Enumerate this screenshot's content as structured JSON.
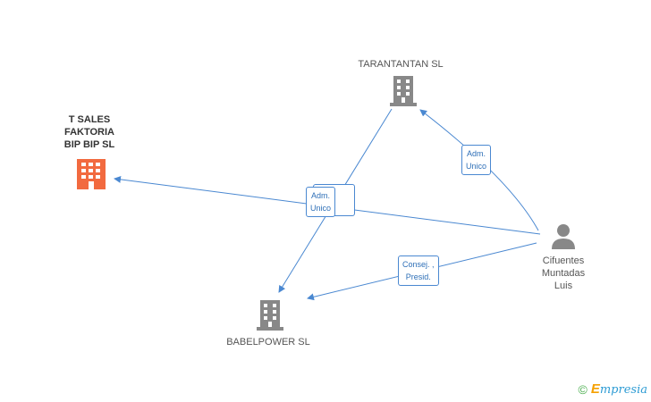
{
  "nodes": {
    "t_sales": {
      "label_lines": [
        "T SALES",
        "FAKTORIA",
        "BIP BIP SL"
      ],
      "color": "#f26a3f"
    },
    "tarantantan": {
      "label": "TARANTANTAN SL",
      "color": "#888888"
    },
    "babelpower": {
      "label": "BABELPOWER SL",
      "color": "#888888"
    },
    "person": {
      "label_lines": [
        "Cifuentes",
        "Muntadas",
        "Luis"
      ],
      "color": "#888888"
    }
  },
  "edges": [
    {
      "from": "person",
      "to": "tarantantan",
      "label_lines": [
        "Adm.",
        "Unico"
      ]
    },
    {
      "from": "person",
      "to": "t_sales",
      "label_lines": [
        "Adm.",
        "Unico"
      ]
    },
    {
      "from": "tarantantan",
      "to": "babelpower",
      "label_lines": []
    },
    {
      "from": "person",
      "to": "babelpower",
      "label_lines": [
        "Consej. ,",
        "Presid."
      ]
    }
  ],
  "edge_color": "#4a88d1",
  "footer": {
    "copyright": "©",
    "brand_initial": "E",
    "brand_rest": "mpresia"
  }
}
